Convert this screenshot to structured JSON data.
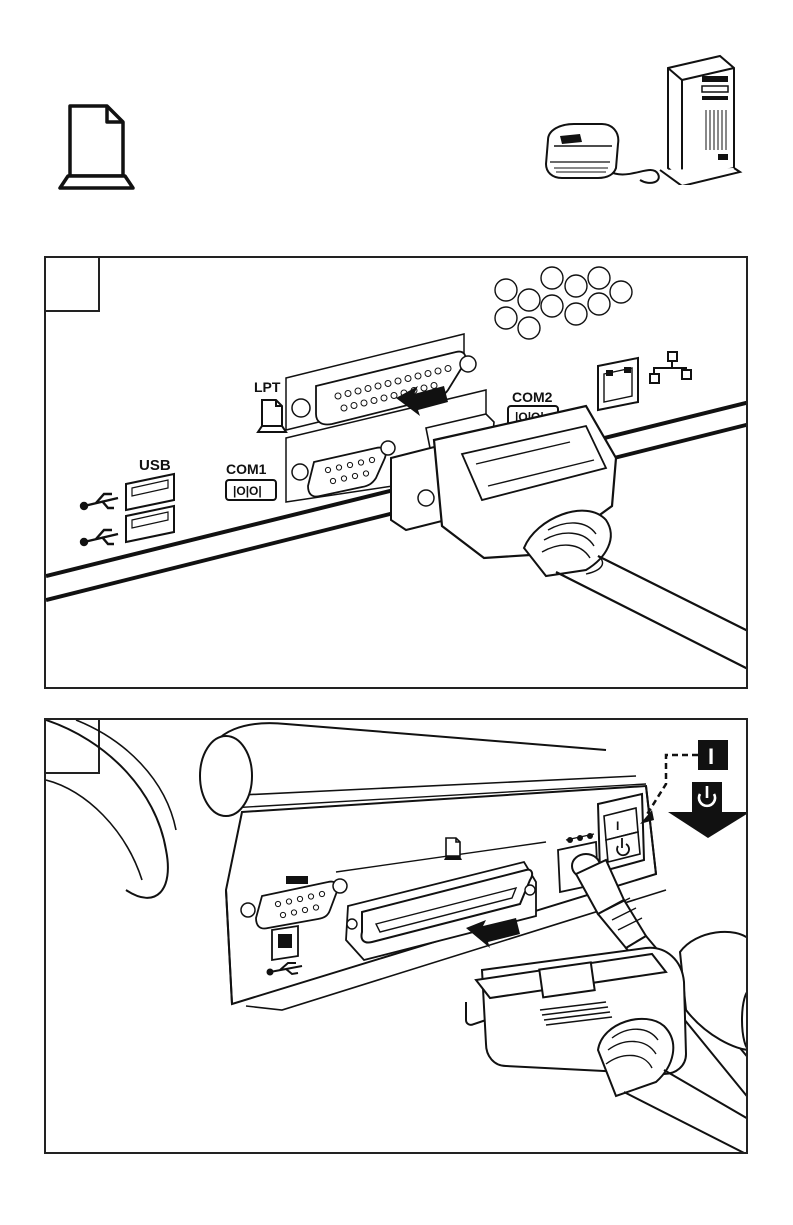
{
  "header": {
    "icons": [
      "parallel-port-icon",
      "printer-and-computer-illustration"
    ]
  },
  "panel1": {
    "step": "",
    "labels": {
      "lpt": "LPT",
      "usb": "USB",
      "com1": "COM1",
      "com2": "COM2",
      "com_glyph": "|O|O|"
    },
    "icons": [
      "parallel-port-icon",
      "usb-icon",
      "network-icon",
      "insert-arrow-icon"
    ]
  },
  "panel2": {
    "step": "",
    "labels": {
      "power_on": "I"
    },
    "icons": [
      "power-icon",
      "down-arrow-icon",
      "parallel-port-icon",
      "usb-icon",
      "insert-arrow-icon"
    ]
  }
}
